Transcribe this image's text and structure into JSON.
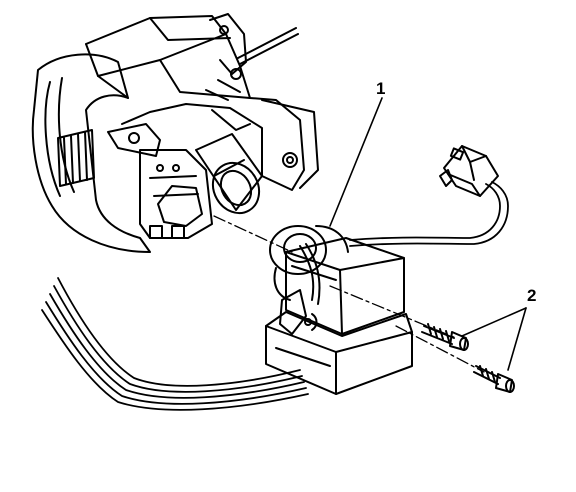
{
  "diagram": {
    "callouts": [
      {
        "id": "1",
        "label": "1",
        "refers_to": "ignition-switch-assembly"
      },
      {
        "id": "2",
        "label": "2",
        "refers_to": "mounting-bolts"
      }
    ],
    "colors": {
      "ink": "#000000",
      "paper": "#ffffff"
    }
  }
}
